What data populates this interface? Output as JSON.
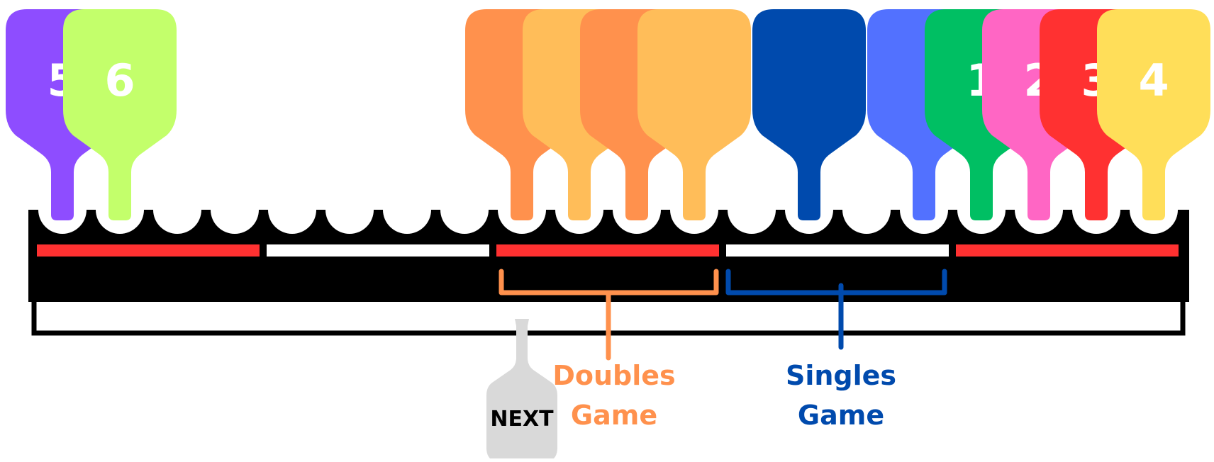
{
  "paddles": [
    {
      "label": "5",
      "color": "#8E4DFF"
    },
    {
      "label": "6",
      "color": "#C3FF6B"
    },
    {
      "label": "",
      "color": "#FF914D"
    },
    {
      "label": "",
      "color": "#FFBD59"
    },
    {
      "label": "",
      "color": "#FF914D"
    },
    {
      "label": "",
      "color": "#FFBD59"
    },
    {
      "label": "",
      "color": "#004AAD"
    },
    {
      "label": "",
      "color": "#5271FF"
    },
    {
      "label": "1",
      "color": "#00BF63"
    },
    {
      "label": "2",
      "color": "#FF66C4"
    },
    {
      "label": "3",
      "color": "#FF3131"
    },
    {
      "label": "4",
      "color": "#FFDE59"
    }
  ],
  "rack": {
    "slot_count": 20,
    "court_strips": [
      {
        "color": "#FF3131"
      },
      {
        "color": "#FFFFFF"
      },
      {
        "color": "#FF3131"
      },
      {
        "color": "#FFFFFF"
      },
      {
        "color": "#FF3131"
      }
    ]
  },
  "groups": {
    "doubles": {
      "line1": "Doubles",
      "line2": "Game",
      "color": "#FF914D"
    },
    "singles": {
      "line1": "Singles",
      "line2": "Game",
      "color": "#004AAD"
    }
  },
  "next_paddle": {
    "label": "NEXT",
    "color": "#D9D9D9"
  }
}
